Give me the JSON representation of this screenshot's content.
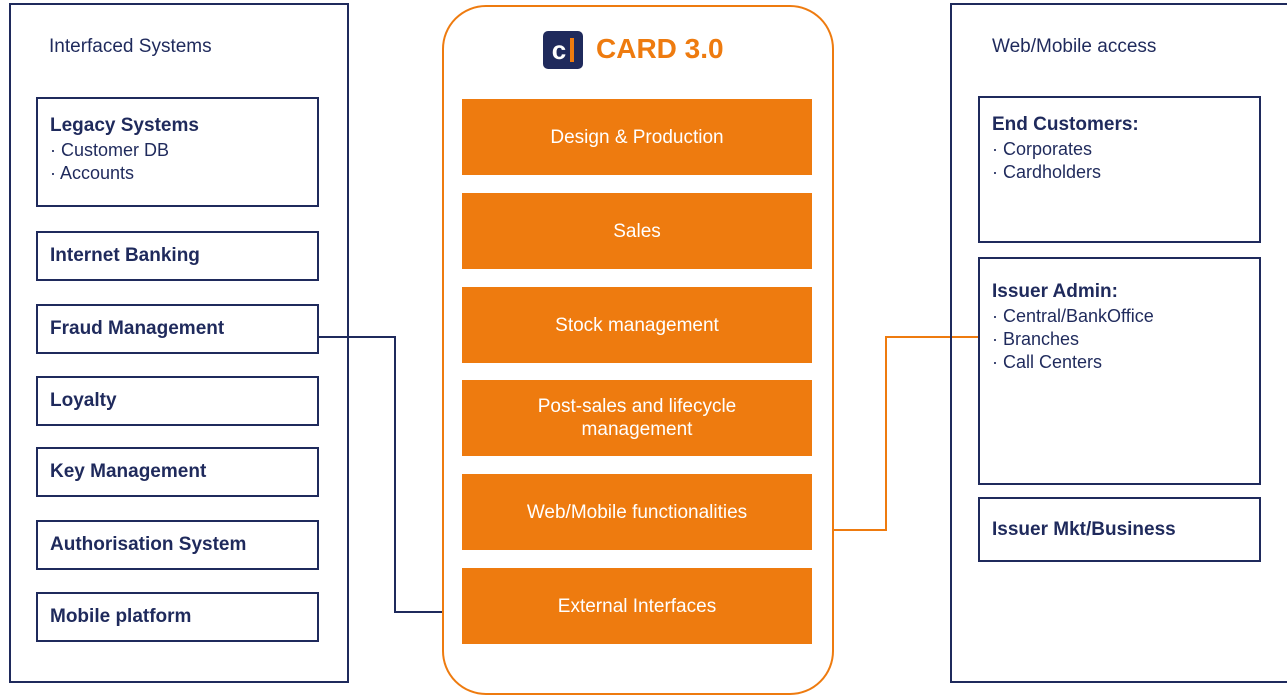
{
  "left_panel": {
    "title": "Interfaced Systems",
    "boxes": [
      {
        "label": "Legacy Systems",
        "items": [
          "· Customer DB",
          "· Accounts"
        ]
      },
      {
        "label": "Internet Banking"
      },
      {
        "label": "Fraud Management"
      },
      {
        "label": "Loyalty"
      },
      {
        "label": "Key Management"
      },
      {
        "label": "Authorisation System"
      },
      {
        "label": "Mobile platform"
      }
    ]
  },
  "center": {
    "logo_letter": "c",
    "title": "CARD 3.0",
    "modules": [
      "Design & Production",
      "Sales",
      "Stock management",
      "Post-sales and lifecycle management",
      "Web/Mobile functionalities",
      "External Interfaces"
    ]
  },
  "right_panel": {
    "title": "Web/Mobile access",
    "boxes": [
      {
        "label": "End Customers:",
        "items": [
          "· Corporates",
          "· Cardholders"
        ]
      },
      {
        "label": "Issuer Admin:",
        "items": [
          "· Central/BankOffice",
          "· Branches",
          "· Call Centers"
        ]
      },
      {
        "label": "Issuer Mkt/Business"
      }
    ]
  },
  "colors": {
    "navy": "#1f2a5c",
    "orange": "#ee7b0f"
  }
}
